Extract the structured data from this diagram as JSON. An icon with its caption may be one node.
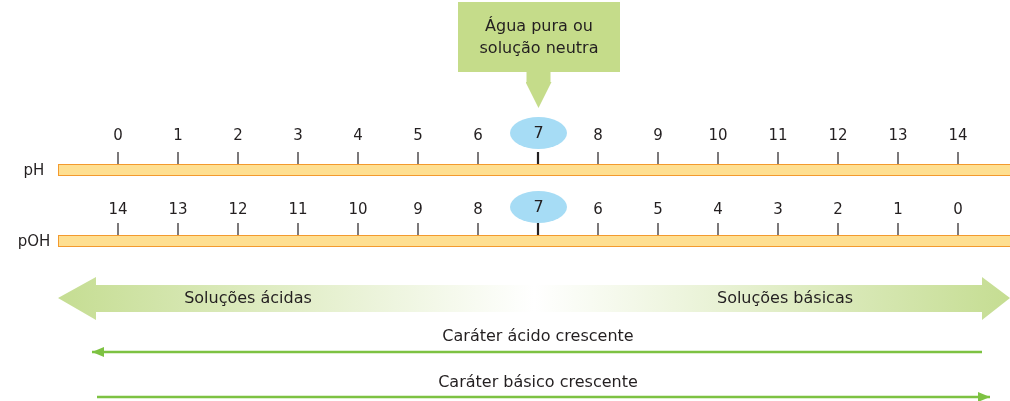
{
  "diagram": {
    "nodes": [
      {
        "text": [
          "Água pura ou solução neutra"
        ]
      },
      {
        "text": [
          "7"
        ]
      },
      {
        "text": [
          "7"
        ]
      }
    ],
    "edges": [
      {
        "from": 0,
        "to": 1,
        "arrow": "to"
      }
    ],
    "labels": [
      "0",
      "1",
      "2",
      "3",
      "4",
      "5",
      "6",
      "8",
      "9",
      "10",
      "11",
      "12",
      "13",
      "14",
      "pH",
      "14",
      "13",
      "12",
      "11",
      "10",
      "9",
      "8",
      "6",
      "5",
      "4",
      "3",
      "2",
      "1",
      "0",
      "pOH",
      "Soluções ácidas",
      "Soluções básicas",
      "Caráter ácido crescente",
      "Caráter básico crescente"
    ]
  }
}
